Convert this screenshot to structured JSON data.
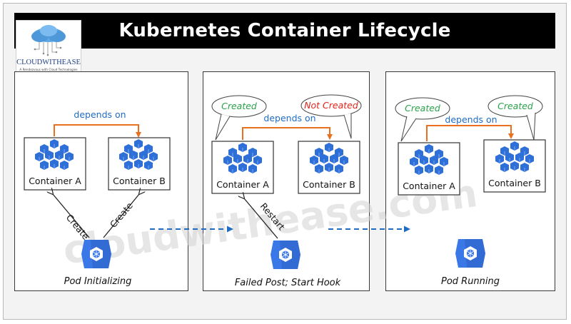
{
  "title": "Kubernetes Container Lifecycle",
  "logo": {
    "name": "CLOUDWITHEASE",
    "tagline": "A Rendezvous with Cloud Technologies"
  },
  "watermark": "cloudwithease.com",
  "panels": [
    {
      "caption": "Pod Initializing",
      "depends_label": "depends on",
      "container_a": "Container A",
      "container_b": "Container B",
      "arrow_a_label": "Create",
      "arrow_b_label": "Create"
    },
    {
      "caption": "Failed Post; Start Hook",
      "depends_label": "depends on",
      "container_a": "Container A",
      "container_b": "Container B",
      "bubble_a": "Created",
      "bubble_b": "Not Created",
      "arrow_a_label": "Restart"
    },
    {
      "caption": "Pod Running",
      "depends_label": "depends on",
      "container_a": "Container A",
      "container_b": "Container B",
      "bubble_a": "Created",
      "bubble_b": "Created"
    }
  ],
  "colors": {
    "title_bg": "#000000",
    "depends_arrow": "#e8701e",
    "depends_text": "#1f6cc4",
    "created_text": "#2aa24a",
    "not_created_text": "#e0241a",
    "cube": "#2f6fd8",
    "pod_hex": "#3b78e7",
    "dashed_arrow": "#1f6cc4"
  }
}
